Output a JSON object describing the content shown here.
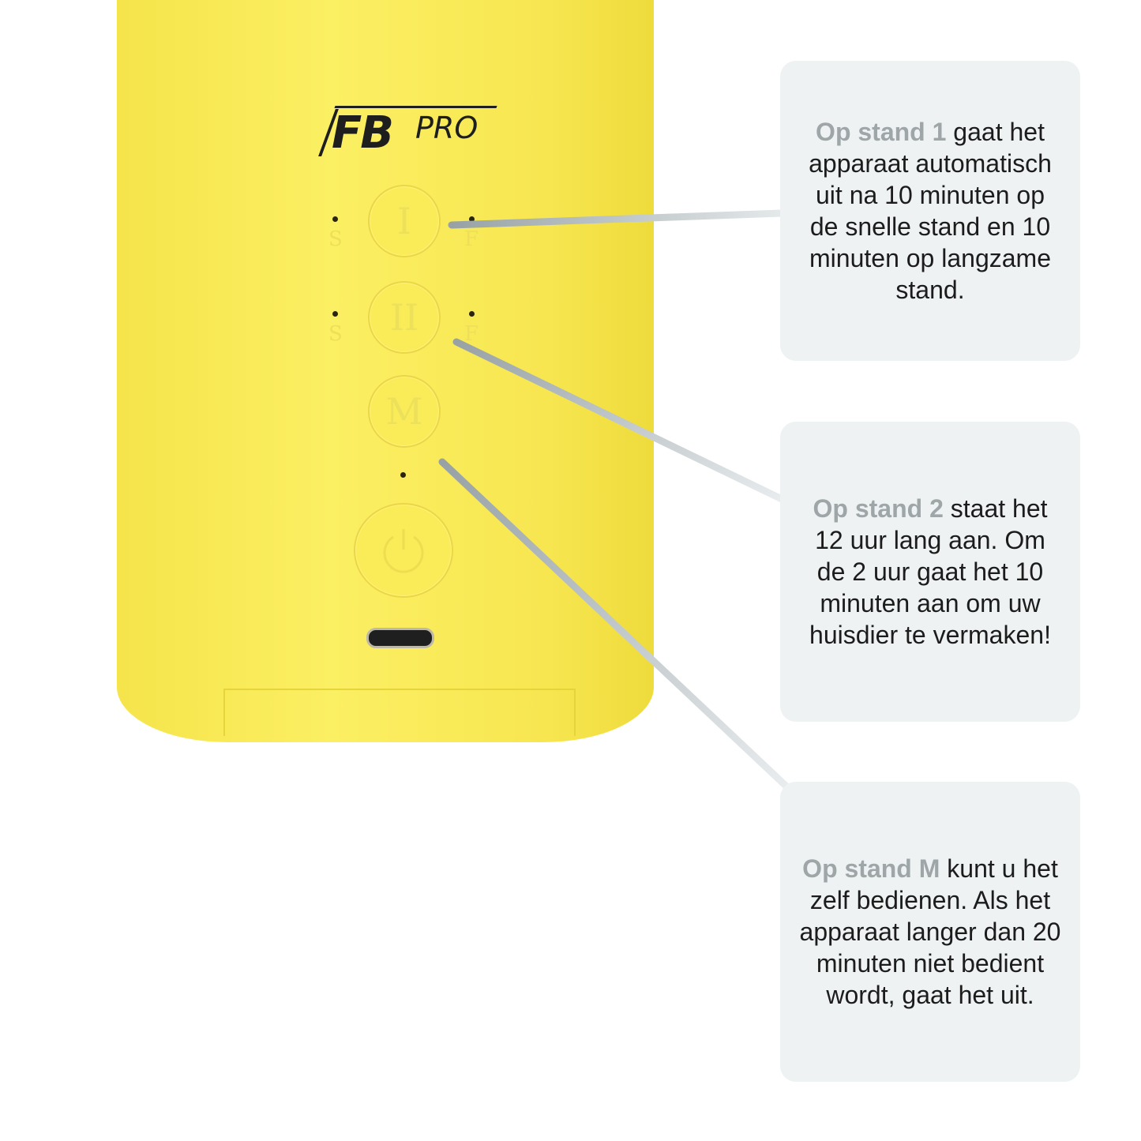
{
  "logo": {
    "brand_bold": "FB",
    "brand_light": "PRO"
  },
  "device": {
    "button_1": "I",
    "button_2": "II",
    "button_m": "M",
    "label_s": "S",
    "label_f": "F"
  },
  "cards": [
    {
      "highlight": "Op stand 1",
      "text": " gaat het apparaat automatisch uit na 10 minuten op de snelle stand en 10 minuten op langzame stand."
    },
    {
      "highlight": "Op stand 2",
      "text": " staat het 12 uur lang aan. Om de 2 uur gaat het 10 minuten aan om uw huisdier te vermaken!"
    },
    {
      "highlight": "Op stand M",
      "text": " kunt u het zelf bedienen. Als het apparaat langer dan 20 minuten niet bedient wordt, gaat het uit."
    }
  ],
  "colors": {
    "device_yellow": "#f9ea55",
    "card_bg": "#eef2f3",
    "highlight": "#9ea6a8",
    "line": "#9aa3a6"
  }
}
